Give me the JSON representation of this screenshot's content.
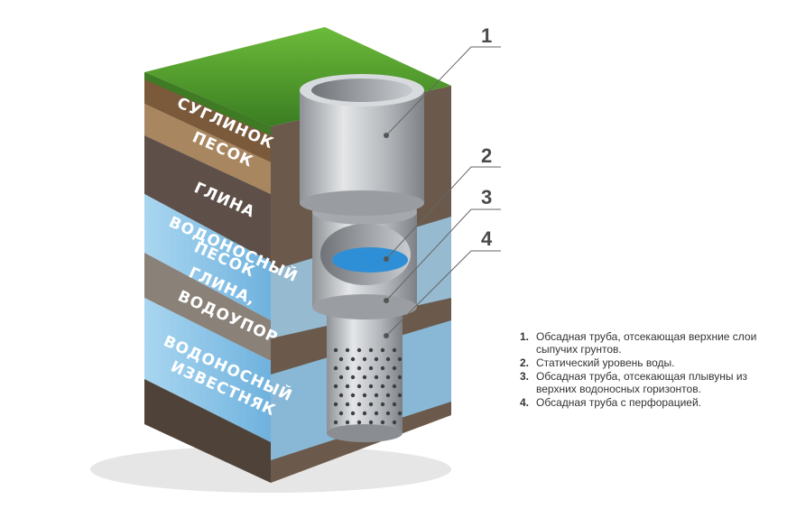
{
  "layers": {
    "suglinok": "СУГЛИНОК",
    "pesok": "ПЕСОК",
    "glina": "ГЛИНА",
    "vodonosny_pesok_1": "ВОДОНОСНЫЙ",
    "vodonosny_pesok_2": "ПЕСОК",
    "glina_vodoupor_1": "ГЛИНА,",
    "glina_vodoupor_2": "ВОДОУПОР",
    "vodonosny_izvestnyak_1": "ВОДОНОСНЫЙ",
    "vodonosny_izvestnyak_2": "ИЗВЕСТНЯК"
  },
  "callouts": [
    "1",
    "2",
    "3",
    "4"
  ],
  "legend": [
    {
      "num": "1.",
      "text": "Обсадная труба, отсекающая верхние слои сыпучих грунтов."
    },
    {
      "num": "2.",
      "text": "Статический уровень воды."
    },
    {
      "num": "3.",
      "text": "Обсадная труба, отсекающая плывуны из верхних водоносных горизонтов."
    },
    {
      "num": "4.",
      "text": "Обсадная труба с перфорацией."
    }
  ],
  "colors": {
    "grass": "#4f9a2a",
    "loam": "#7a5a3a",
    "sand": "#a88660",
    "clay": "#5e5048",
    "water": "#8fc6e6",
    "pipe": "#b8bcc0"
  }
}
